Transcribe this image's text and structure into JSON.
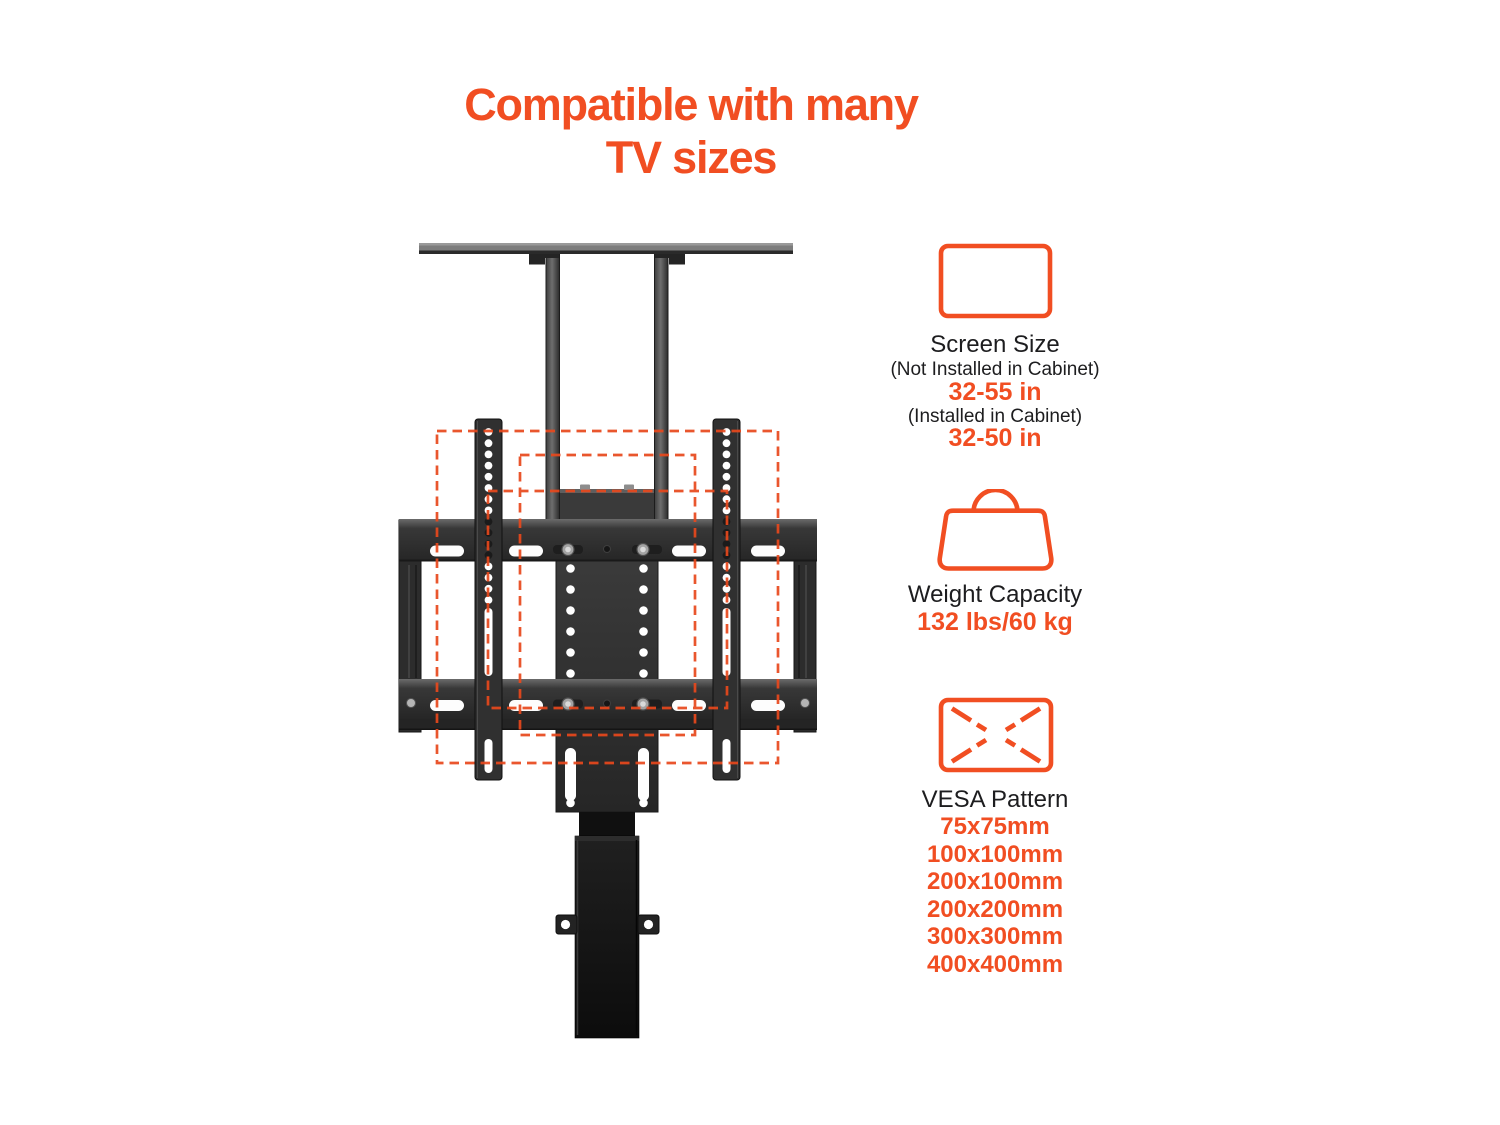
{
  "title": {
    "line1": "Compatible with many",
    "line2": "TV sizes"
  },
  "colors": {
    "accent": "#F14E22",
    "dash": "#E8481C",
    "text": "#1D1D1F"
  },
  "specs": {
    "screen": {
      "icon": "screen-size-icon",
      "label": "Screen Size",
      "note1": "(Not Installed in Cabinet)",
      "value1": "32-55 in",
      "note2": "(Installed in Cabinet)",
      "value2": "32-50 in"
    },
    "weight": {
      "icon": "weight-capacity-icon",
      "label": "Weight Capacity",
      "value": "132 lbs/60 kg"
    },
    "vesa": {
      "icon": "vesa-pattern-icon",
      "label": "VESA Pattern",
      "values": [
        "75x75mm",
        "100x100mm",
        "200x100mm",
        "200x200mm",
        "300x300mm",
        "400x400mm"
      ]
    }
  },
  "diagram": {
    "subject": "TV lift mount bracket with dashed outlines showing compatible TV sizes"
  }
}
